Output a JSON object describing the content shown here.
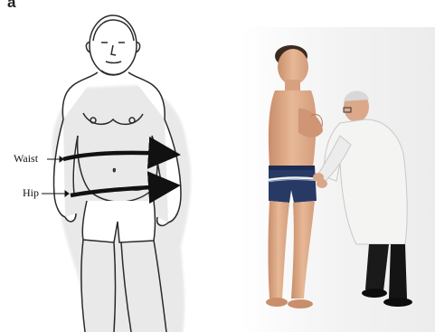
{
  "figure": {
    "panel_label": "a",
    "labels": {
      "waist": "Waist",
      "hip": "Hip"
    }
  },
  "colors": {
    "outline": "#2a2a2a",
    "band": "#111111",
    "skin": "#e2b08f",
    "underwear": "#273a66",
    "coat": "#f4f4f2",
    "backdrop": "#f1f1f1"
  },
  "icons": {
    "waist_arrow": "arrow-right-icon",
    "hip_arrow": "arrow-right-icon"
  }
}
